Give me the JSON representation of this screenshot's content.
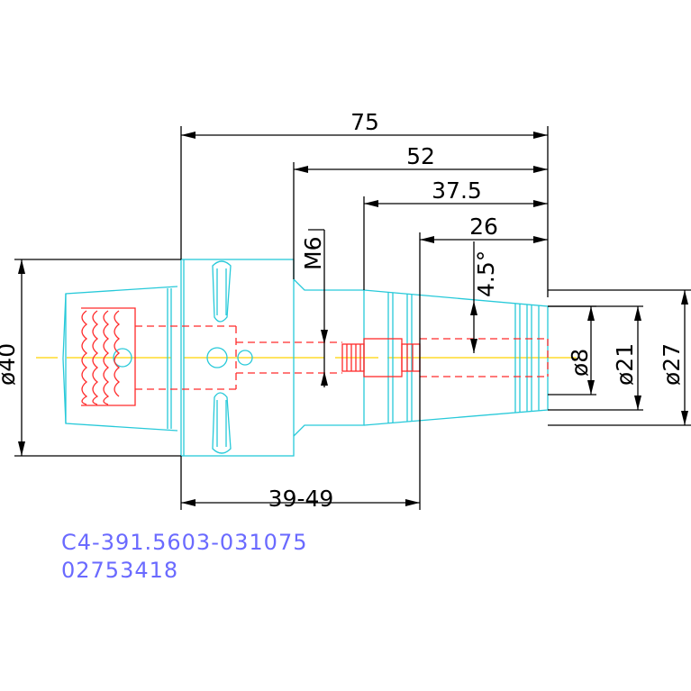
{
  "dimensions": {
    "overall_length": "75",
    "length_52": "52",
    "length_37_5": "37.5",
    "length_26": "26",
    "thread": "M6",
    "taper_angle": "4.5°",
    "bore_dia": "ø8",
    "nose_dia": "ø21",
    "taper_dia": "ø27",
    "flange_dia": "ø40",
    "gauge_length": "39-49"
  },
  "part": {
    "code": "C4-391.5603-031075",
    "number": "02753418"
  },
  "colors": {
    "outline": "#27c9d9",
    "hidden": "#ff2a2a",
    "axis": "#ffd400",
    "dimension": "#000000",
    "part_text": "#6a6aff"
  }
}
